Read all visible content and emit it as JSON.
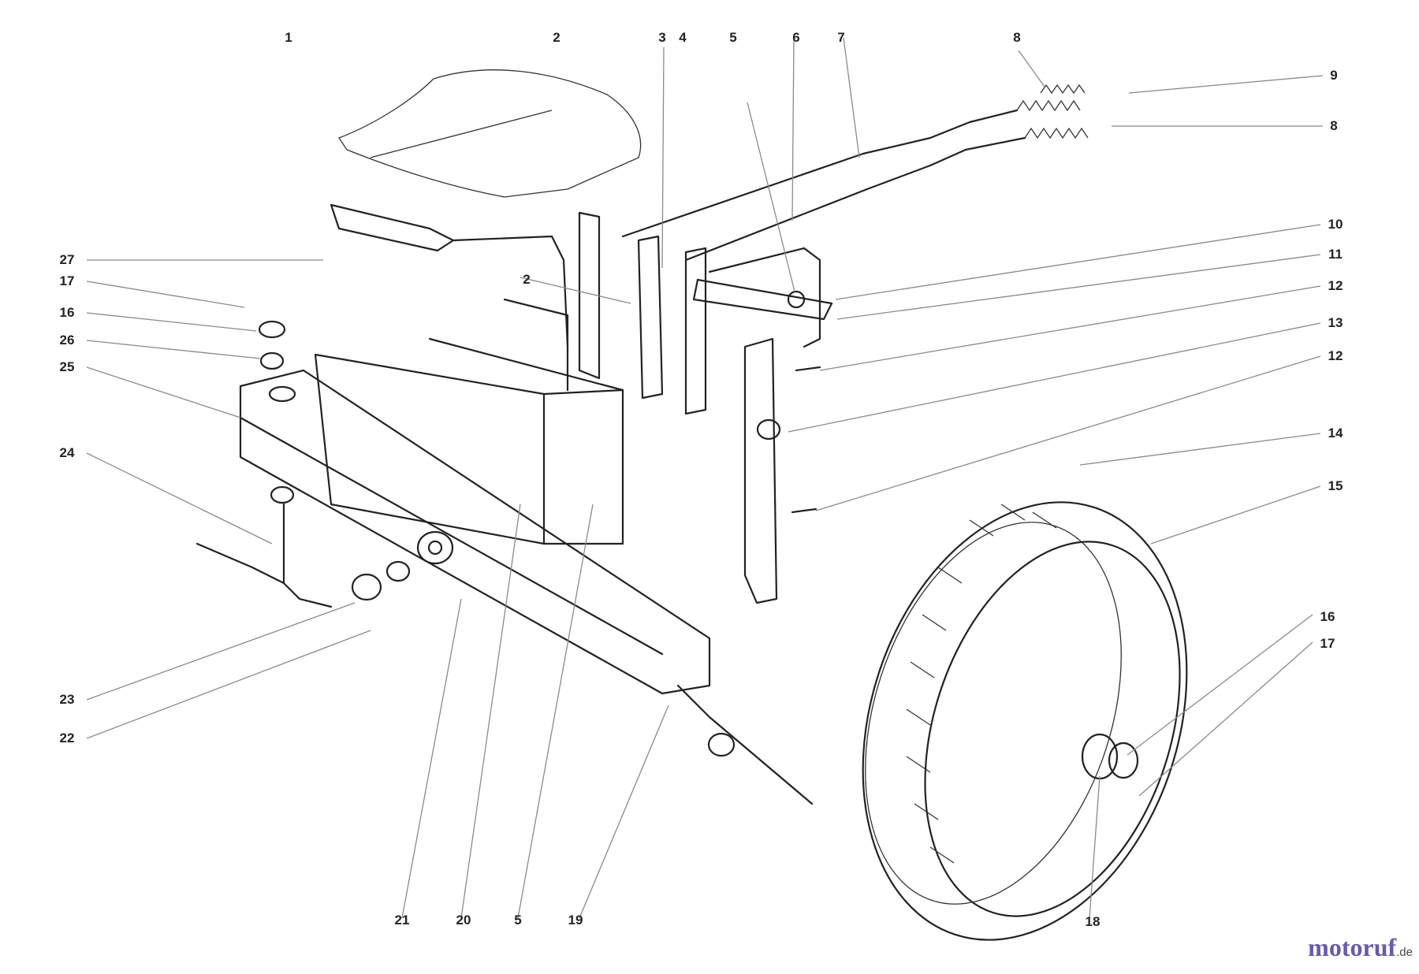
{
  "callouts": [
    "1",
    "2",
    "3",
    "4",
    "5",
    "6",
    "7",
    "8",
    "9",
    "8",
    "10",
    "11",
    "12",
    "13",
    "12",
    "14",
    "15",
    "16",
    "17",
    "27",
    "17",
    "16",
    "26",
    "25",
    "24",
    "23",
    "22",
    "21",
    "20",
    "5",
    "19",
    "18",
    "2"
  ],
  "watermark": {
    "text": "motoruf",
    "tld": ".de",
    "color": "#6a5aa8"
  },
  "colors": {
    "ink": "#222222",
    "leader": "#8a8a8a",
    "background": "#ffffff"
  }
}
